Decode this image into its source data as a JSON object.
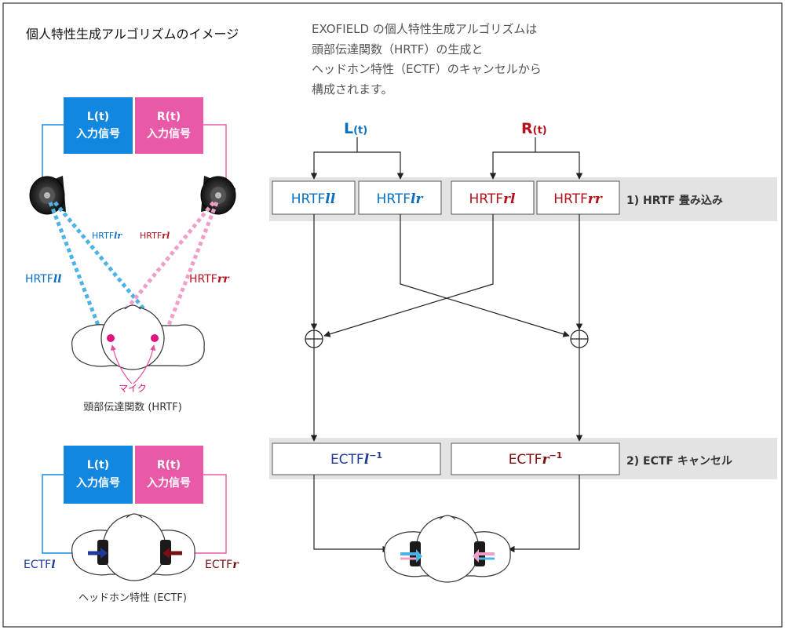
{
  "title": "個人特性生成アルゴリズムのイメージ",
  "description": [
    "EXOFIELD の個人特性生成アルゴリズムは",
    "頭部伝達関数（HRTF）の生成と",
    "ヘッドホン特性（ECTF）のキャンセルから",
    "構成されます。"
  ],
  "colors": {
    "blue": "#0b6fbf",
    "red": "#b5121b",
    "pink": "#e84b9b",
    "box_blue": "#1187e0",
    "box_pink": "#e85aa8",
    "light_blue": "#4db3e6",
    "light_pink": "#f0a0c8",
    "band": "#e3e3e3",
    "dark_blue": "#1f3a9a",
    "dark_red": "#7a0f12"
  },
  "left_hrtf": {
    "box_l_line1": "L(t)",
    "box_l_line2": "入力信号",
    "box_r_line1": "R(t)",
    "box_r_line2": "入力信号",
    "label_ll_prefix": "HRTF",
    "label_ll_italic": "ll",
    "label_rr_prefix": "HRTF",
    "label_rr_italic": "rr",
    "label_lr_prefix": "HRTF",
    "label_lr_italic": "lr",
    "label_rl_prefix": "HRTF",
    "label_rl_italic": "rl",
    "mic_label": "マイク",
    "caption": "頭部伝達関数 (HRTF)"
  },
  "left_ectf": {
    "box_l_line1": "L(t)",
    "box_l_line2": "入力信号",
    "box_r_line1": "R(t)",
    "box_r_line2": "入力信号",
    "ectf_l_prefix": "ECTF",
    "ectf_l_italic": "l",
    "ectf_r_prefix": "ECTF",
    "ectf_r_italic": "r",
    "caption": "ヘッドホン特性 (ECTF)"
  },
  "flow": {
    "input_l": "L",
    "input_l_suffix": "(t)",
    "input_r": "R",
    "input_r_suffix": "(t)",
    "hrtf_ll_prefix": "HRTF",
    "hrtf_ll_italic": "ll",
    "hrtf_lr_prefix": "HRTF",
    "hrtf_lr_italic": "lr",
    "hrtf_rl_prefix": "HRTF",
    "hrtf_rl_italic": "rl",
    "hrtf_rr_prefix": "HRTF",
    "hrtf_rr_italic": "rr",
    "ectf_l_prefix": "ECTF",
    "ectf_l_italic": "l",
    "ectf_l_sup": "−1",
    "ectf_r_prefix": "ECTF",
    "ectf_r_italic": "r",
    "ectf_r_sup": "−1",
    "step1_label": "1) HRTF 畳み込み",
    "step2_label": "2) ECTF キャンセル"
  }
}
